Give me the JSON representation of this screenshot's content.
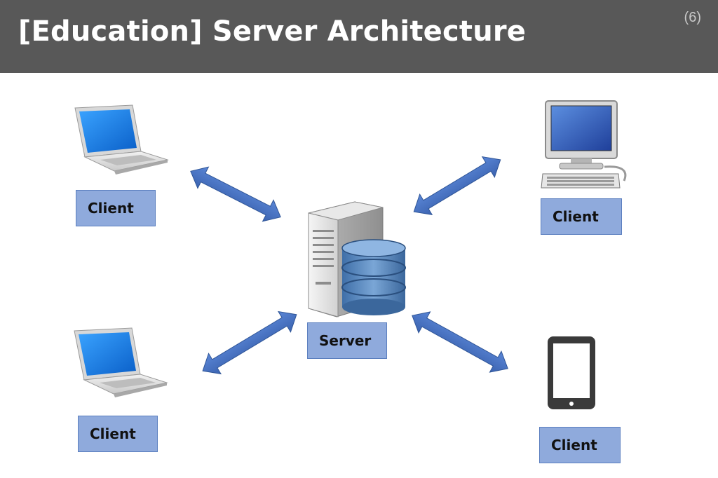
{
  "header": {
    "title": "[Education] Server Architecture",
    "page_number": "(6)"
  },
  "diagram": {
    "server_label": "Server",
    "client_labels": [
      "Client",
      "Client",
      "Client",
      "Client"
    ]
  },
  "colors": {
    "header_bg": "#585858",
    "label_bg": "#8faadc",
    "arrow": "#4472c4"
  }
}
